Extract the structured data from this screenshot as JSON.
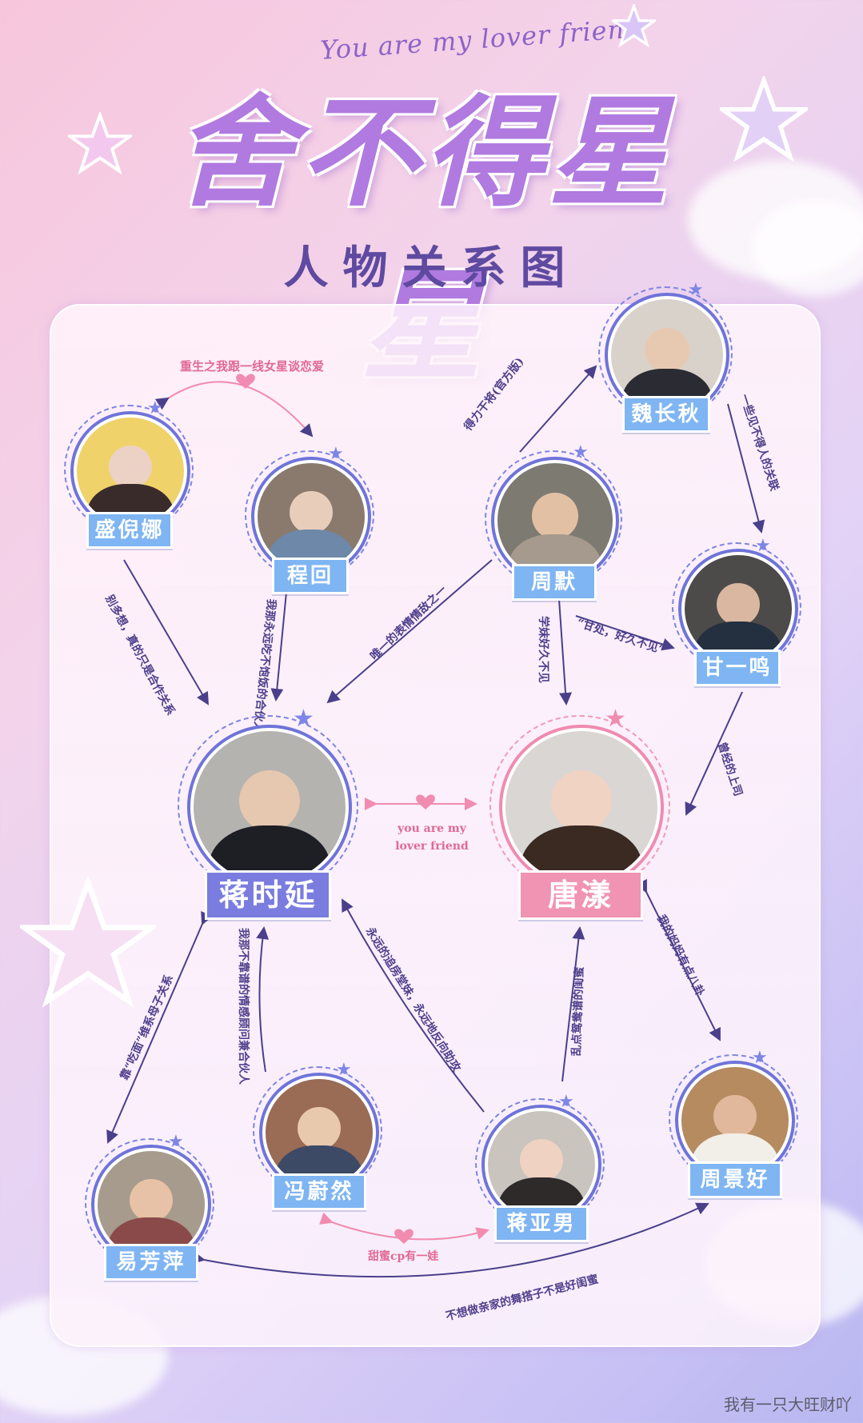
{
  "header": {
    "en_title": "You are my lover friend",
    "main_title": "舍不得星星",
    "subtitle": "人物关系图"
  },
  "colors": {
    "blue_tag": "#7fb5f2",
    "purple_tag": "#7a7ddf",
    "pink_tag": "#f193b3",
    "edge": "#4a3f8a",
    "pink_edge": "#f28bb0"
  },
  "characters": {
    "wei_changqiu": "魏长秋",
    "sheng_nina": "盛倪娜",
    "cheng_hui": "程回",
    "zhou_mo": "周默",
    "gan_yiming": "甘一鸣",
    "jiang_shiyan": "蒋时延",
    "tang_yang": "唐漾",
    "feng_weiran": "冯蔚然",
    "jiang_yanan": "蒋亚男",
    "zhou_jinghao": "周景好",
    "yi_fangping": "易芳萍"
  },
  "relations": {
    "sheng_cheng": "重生之我跟一线女星谈恋爱",
    "zhou_wei": "得力干将(官方版)",
    "wei_gan": "一些见不得人的关联",
    "sheng_jiang": "别多想，真的只是合作关系",
    "cheng_jiang": "我那永远吃不饱饭的合伙人",
    "zhou_jiang": "唯一的表情情敌之一",
    "zhou_tang": "学妹好久不见",
    "zhou_gan": "“甘处，好久不见”",
    "gan_tang": "曾经的上司",
    "lovers": "you are my lover friend",
    "jiang_yi": "靠“吃面”维系母子关系",
    "feng_jiang": "我那不靠谱的情感顾问兼合伙人",
    "yanan_shiyan": "永远的追房堂妹，永远地反向助攻",
    "yanan_tang": "乱点鸳鸯谱的闺蜜",
    "tang_zhou_jh": "我的妈妈有点八卦",
    "feng_yanan": "甜蜜cp有一娃",
    "yi_zhou_jh": "不想做亲家的舞搭子不是好闺蜜"
  },
  "watermark": "我有一只大旺财吖"
}
